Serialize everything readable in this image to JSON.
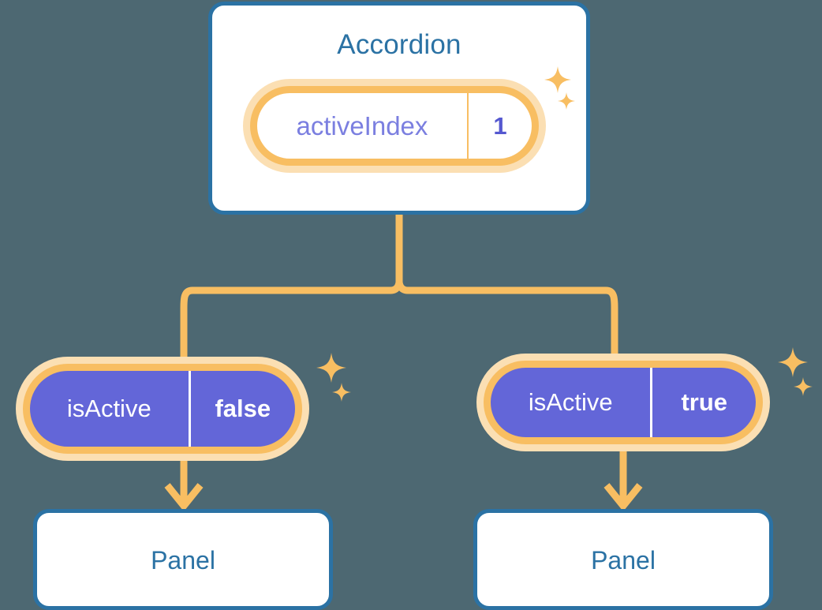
{
  "diagram": {
    "background_color": "#4d6872",
    "accent_orange": "#f8be62",
    "accent_orange_halo": "#fbdfb3",
    "accent_blue": "#2b72a4",
    "accent_purple": "#6366d8"
  },
  "accordion": {
    "title": "Accordion",
    "state_pill": {
      "key": "activeIndex",
      "value": "1"
    }
  },
  "branches": [
    {
      "pill": {
        "key": "isActive",
        "value": "false"
      },
      "panel": {
        "title": "Panel"
      }
    },
    {
      "pill": {
        "key": "isActive",
        "value": "true"
      },
      "panel": {
        "title": "Panel"
      }
    }
  ],
  "icons": {
    "sparkle": "sparkle-icon",
    "arrow": "arrow-down-icon"
  }
}
